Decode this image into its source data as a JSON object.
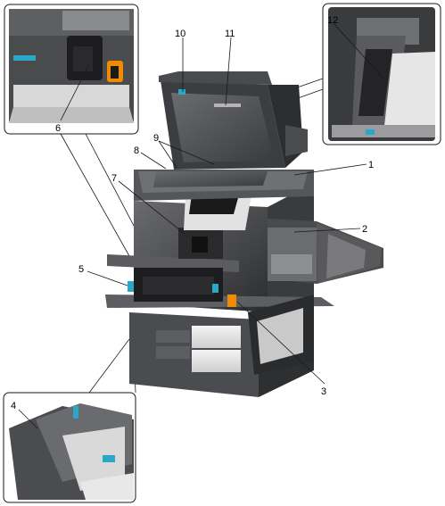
{
  "callouts": [
    {
      "id": "1",
      "label": "1"
    },
    {
      "id": "2",
      "label": "2"
    },
    {
      "id": "3",
      "label": "3"
    },
    {
      "id": "4",
      "label": "4"
    },
    {
      "id": "5",
      "label": "5"
    },
    {
      "id": "6",
      "label": "6"
    },
    {
      "id": "7",
      "label": "7"
    },
    {
      "id": "8",
      "label": "8"
    },
    {
      "id": "9",
      "label": "9"
    },
    {
      "id": "10",
      "label": "10"
    },
    {
      "id": "11",
      "label": "11"
    },
    {
      "id": "12",
      "label": "12"
    }
  ],
  "colors": {
    "body_dark": "#3a3b3d",
    "body_mid": "#5a5b5e",
    "panel_light": "#e2e2e2",
    "accent_blue": "#2aa7c9",
    "accent_orange": "#f08a00",
    "outline": "#1a1a1a"
  }
}
